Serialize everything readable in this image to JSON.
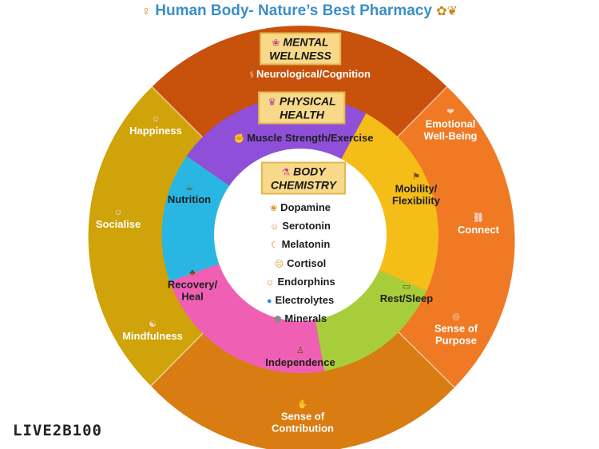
{
  "title": {
    "left_icon": "person-icon",
    "text": "Human Body-  Nature’s Best Pharmacy",
    "right_icon": "flower-herb-icon"
  },
  "colors": {
    "title": "#3a8fc8",
    "outer_top": "#c8510b",
    "outer_right": "#f07a24",
    "outer_bottom": "#d97c12",
    "outer_left": "#cfa309",
    "middle_purple": "#8f4fd8",
    "middle_yellow": "#f5bd18",
    "middle_green": "#a8cd3b",
    "middle_pink": "#ef60b4",
    "middle_blue": "#2ab6e2",
    "banner": "#f8d98a",
    "center": "#ffffff"
  },
  "center": {
    "banner_icon": "test-tube-icon",
    "banner_lines": [
      "BODY",
      "CHEMISTRY"
    ],
    "items": [
      {
        "icon": "brain-icon",
        "label": "Dopamine"
      },
      {
        "icon": "smile-icon",
        "label": "Serotonin"
      },
      {
        "icon": "moon-icon",
        "label": "Melatonin"
      },
      {
        "icon": "stressed-face-icon",
        "label": "Cortisol"
      },
      {
        "icon": "smile-icon",
        "label": "Endorphins"
      },
      {
        "icon": "droplet-icon",
        "label": "Electrolytes"
      },
      {
        "icon": "rock-icon",
        "label": "Minerals"
      }
    ]
  },
  "mental": {
    "banner_icon": "brain-icon",
    "banner_lines": [
      "MENTAL",
      "WELLNESS"
    ],
    "labels": {
      "neuro": "Neurological/Cognition",
      "emotional": [
        "Emotional",
        "Well-Being"
      ],
      "connect": "Connect",
      "purpose": [
        "Sense of",
        "Purpose"
      ],
      "contribution": [
        "Sense of",
        "Contribution"
      ],
      "mindfulness": "Mindfulness",
      "socialise": "Socialise",
      "happiness": "Happiness"
    }
  },
  "physical": {
    "banner_icon": "trophy-icon",
    "banner_lines": [
      "PHYSICAL",
      "HEALTH"
    ],
    "labels": {
      "muscle": "Muscle Strength/Exercise",
      "mobility": [
        "Mobility/",
        "Flexibility"
      ],
      "rest": "Rest/Sleep",
      "independence": "Independence",
      "recovery": [
        "Recovery/",
        "Heal"
      ],
      "nutrition": "Nutrition"
    }
  },
  "brand": "LIVE2B100"
}
